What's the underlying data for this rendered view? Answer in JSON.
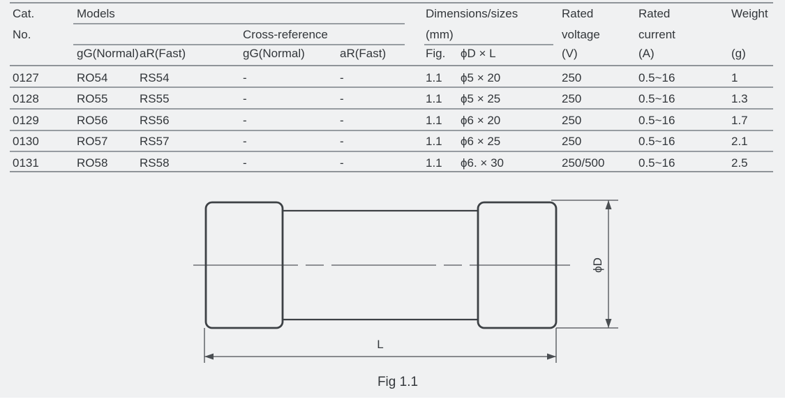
{
  "table": {
    "header": {
      "cat": "Cat.",
      "no": "No.",
      "models": "Models",
      "cross_reference": "Cross-reference",
      "dimensions": "Dimensions/sizes",
      "dimensions_unit": "(mm)",
      "rated1": "Rated",
      "voltage": "voltage",
      "voltage_unit": "(V)",
      "rated2": "Rated",
      "current": "current",
      "current_unit": "(A)",
      "weight": "Weight",
      "weight_unit": "(g)",
      "models_gg": "gG(Normal)",
      "models_ar": "aR(Fast)",
      "cross_gg": "gG(Normal)",
      "cross_ar": "aR(Fast)",
      "fig": "Fig.",
      "dxl": "ϕD × L"
    },
    "rows": [
      {
        "cat": "0127",
        "gg": "RO54",
        "ar": "RS54",
        "cgg": "-",
        "car": "-",
        "fig": "1.1",
        "dxl": "ϕ5 × 20",
        "voltage": "250",
        "current": "0.5~16",
        "weight": "1"
      },
      {
        "cat": "0128",
        "gg": "RO55",
        "ar": "RS55",
        "cgg": "-",
        "car": "-",
        "fig": "1.1",
        "dxl": "ϕ5 × 25",
        "voltage": "250",
        "current": "0.5~16",
        "weight": "1.3"
      },
      {
        "cat": "0129",
        "gg": "RO56",
        "ar": "RS56",
        "cgg": "-",
        "car": "-",
        "fig": "1.1",
        "dxl": "ϕ6 × 20",
        "voltage": "250",
        "current": "0.5~16",
        "weight": "1.7"
      },
      {
        "cat": "0130",
        "gg": "RO57",
        "ar": "RS57",
        "cgg": "-",
        "car": "-",
        "fig": "1.1",
        "dxl": "ϕ6 × 25",
        "voltage": "250",
        "current": "0.5~16",
        "weight": "2.1"
      },
      {
        "cat": "0131",
        "gg": "RO58",
        "ar": "RS58",
        "cgg": "-",
        "car": "-",
        "fig": "1.1",
        "dxl": "ϕ6. × 30",
        "voltage": "250/500",
        "current": "0.5~16",
        "weight": "2.5"
      }
    ]
  },
  "diagram": {
    "diameter_label": "ϕD",
    "length_label": "L",
    "caption": "Fig 1.1"
  },
  "colors": {
    "background": "#f0f1f2",
    "rule": "#8f9499",
    "text": "#32363a",
    "drawing": "#3d4145"
  }
}
